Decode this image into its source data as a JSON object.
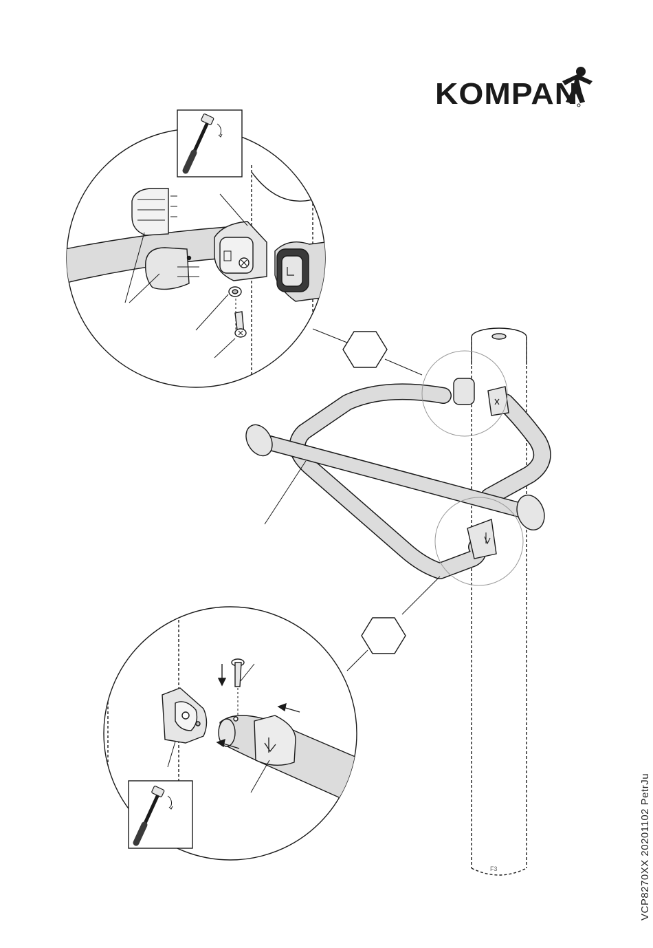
{
  "brand": {
    "name": "KOMPAN",
    "logo_icon": "kompan-figure-icon"
  },
  "document": {
    "reference": "VCP8270XX  20201102  PetrJu"
  },
  "pole": {
    "marking": "F3"
  },
  "tools": {
    "upper": "torque-wrench-icon",
    "lower": "torque-wrench-icon"
  },
  "steps": {
    "upper_badge": "hexagon-step-badge",
    "lower_badge": "hexagon-step-badge"
  },
  "colors": {
    "line": "#1a1a1a",
    "tube_fill": "#dcdcdc",
    "cap_fill": "#e6e6e6",
    "dark_part": "#3a3a3a",
    "background": "#ffffff"
  }
}
